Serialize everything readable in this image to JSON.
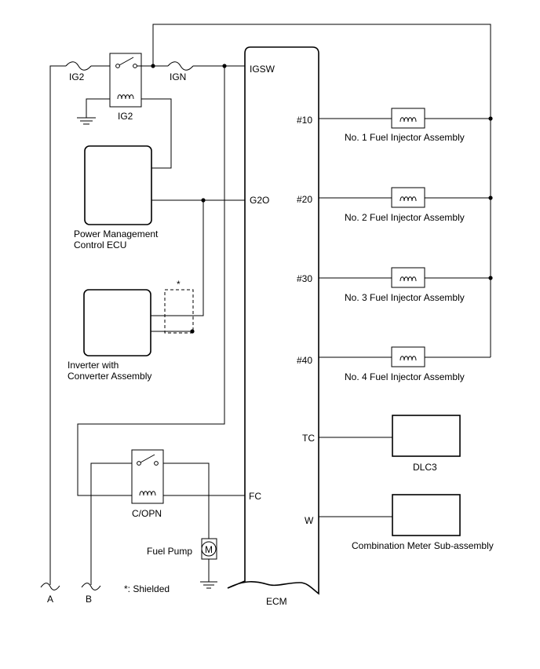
{
  "left_labels": {
    "fuse_ig2": "IG2",
    "relay_ig2": "IG2",
    "fuse_ign": "IGN",
    "pm_ecu": [
      "Power Management",
      "Control ECU"
    ],
    "inverter": [
      "Inverter with",
      "Converter Assembly"
    ],
    "shield_marker": "*",
    "relay_copn": "C/OPN",
    "fuel_pump": "Fuel Pump",
    "motor_symbol": "M",
    "conn_a": "A",
    "conn_b": "B",
    "shield_note": "*: Shielded"
  },
  "ecm": {
    "name": "ECM",
    "pins_left": {
      "igsw": "IGSW",
      "g2o": "G2O",
      "fc": "FC"
    },
    "pins_right": {
      "n10": "#10",
      "n20": "#20",
      "n30": "#30",
      "n40": "#40",
      "tc": "TC",
      "w": "W"
    }
  },
  "right_labels": {
    "injector1": "No. 1 Fuel Injector Assembly",
    "injector2": "No. 2 Fuel Injector Assembly",
    "injector3": "No. 3 Fuel Injector Assembly",
    "injector4": "No. 4 Fuel Injector Assembly",
    "dlc3": "DLC3",
    "meter": "Combination Meter Sub-assembly"
  }
}
